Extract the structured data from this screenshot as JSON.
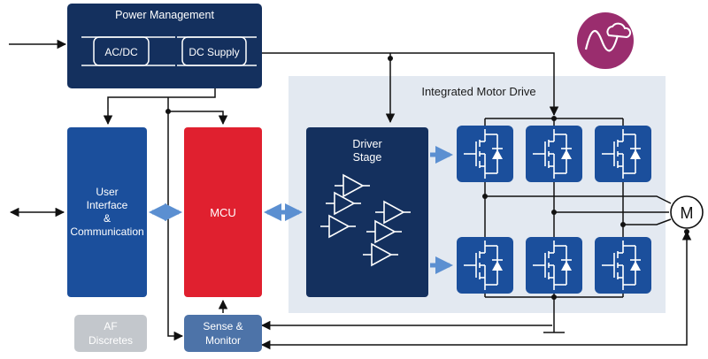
{
  "power_management": {
    "title": "Power Management",
    "acdc": "AC/DC",
    "dc_supply": "DC Supply"
  },
  "integrated_motor_drive": {
    "title": "Integrated Motor Drive"
  },
  "driver_stage": {
    "line1": "Driver",
    "line2": "Stage"
  },
  "user_interface": {
    "line1": "User",
    "line2": "Interface",
    "line3": "&",
    "line4": "Communication"
  },
  "mcu": {
    "label": "MCU"
  },
  "sense_monitor": {
    "line1": "Sense &",
    "line2": "Monitor"
  },
  "af_discretes": {
    "line1": "AF",
    "line2": "Discretes"
  },
  "motor": {
    "label": "M"
  },
  "colors": {
    "navy": "#14305e",
    "module_blue": "#1b4f9c",
    "mcu_red": "#e0202f",
    "arrow_blue": "#5b8fd1",
    "panel_bg": "#e3e9f1",
    "grey_block": "#c3c7cc",
    "logo_bg": "#9a2d6e"
  }
}
